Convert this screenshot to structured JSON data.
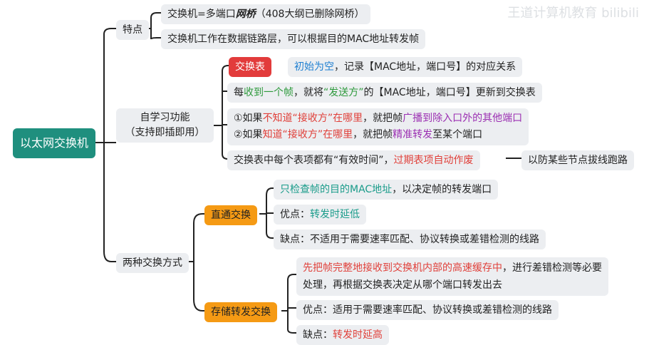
{
  "root": "以太网交换机",
  "features": {
    "label": "特点",
    "items": [
      [
        "交换机=多端口",
        "网桥",
        "（408大纲已删除网桥）"
      ],
      [
        "交换机工作在数据链路层，可以根据目的MAC地址转发帧"
      ]
    ]
  },
  "learning": {
    "label_line1": "自学习功能",
    "label_line2": "（支持即插即用）",
    "table_tag": "交换表",
    "table_text": [
      "初始为空",
      "，记录【MAC地址，端口号】的对应关系"
    ],
    "rule1": [
      "每",
      "收到一个帧",
      "，就将",
      "“发送方”",
      "的【MAC地址，端口号】更新到交换表"
    ],
    "rule2a": [
      "①如果",
      "不知道“接收方”在哪里",
      "，就把帧",
      "广播到除入口外的其他端口"
    ],
    "rule2b": [
      "②如果",
      "知道“接收方”在哪里",
      "，就把帧",
      "精准转发",
      "至某个端口"
    ],
    "rule3": [
      "交换表中每个表项都有“有效时间”，",
      "过期表项自动作废"
    ],
    "rule3_note": "以防某些节点拔线跑路"
  },
  "modes": {
    "label": "两种交换方式",
    "cut_through": {
      "label": "直通交换",
      "desc": [
        "只检查帧的目的MAC地址",
        "，以决定帧的转发端口"
      ],
      "pro": [
        "优点：",
        "转发时延低"
      ],
      "con": "缺点：不适用于需要速率匹配、协议转换或差错检测的线路"
    },
    "store_forward": {
      "label": "存储转发交换",
      "desc_line1": [
        "先把帧完整地接收到交换机内部的高速缓存中",
        "，进行差错检测等必要"
      ],
      "desc_line2": "处理，再根据交换表决定从哪个端口转发出去",
      "pro": "优点：适用于需要速率匹配、协议转换或差错检测的线路",
      "con": [
        "缺点：",
        "转发时延高"
      ]
    }
  },
  "watermark": "王道计算机教育 bilibili",
  "colors": {
    "root": "#1f8f7e",
    "table_tag": "#e23b3b",
    "mode_tag": "#f59a14",
    "node_bg": "#eceef1"
  }
}
